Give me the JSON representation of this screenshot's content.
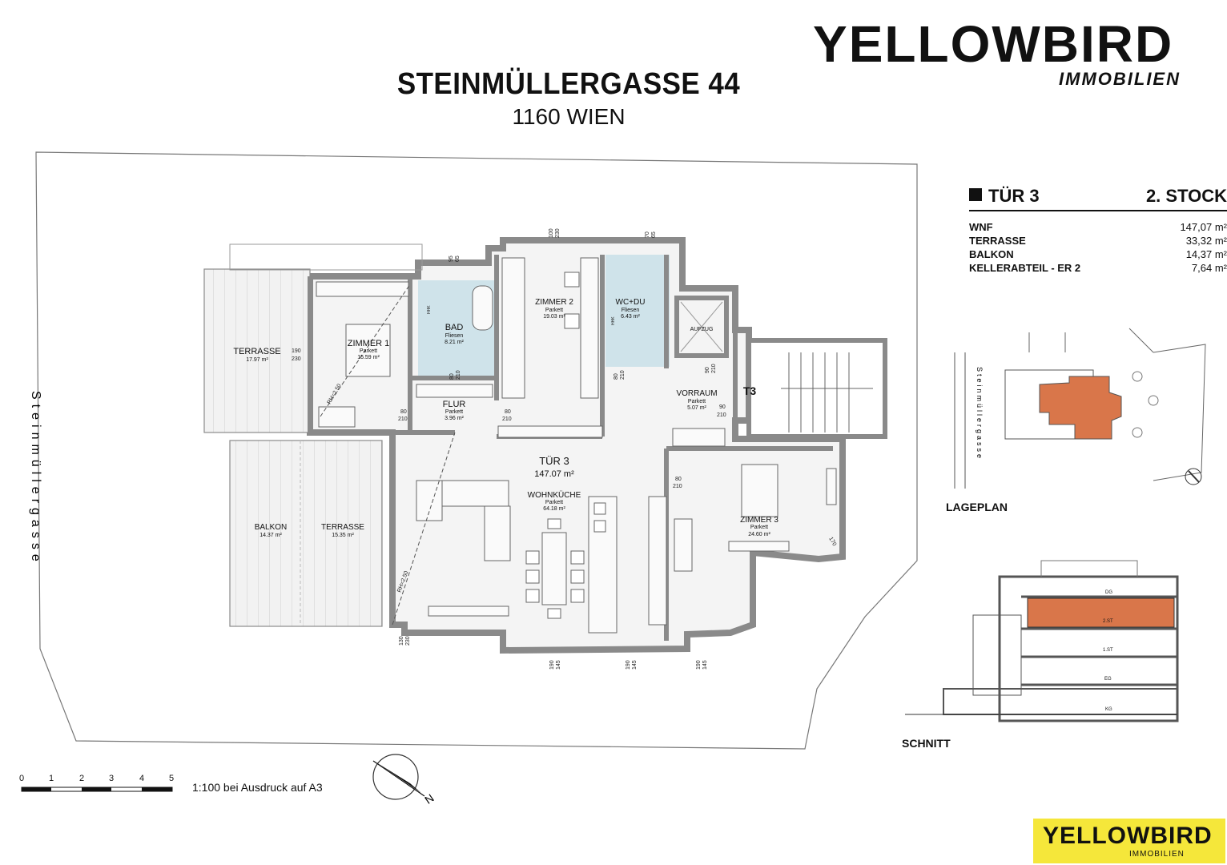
{
  "header": {
    "title": "STEINMÜLLERGASSE 44",
    "subtitle": "1160 WIEN"
  },
  "logo": {
    "main": "YELLOWBIRD",
    "sub": "IMMOBILIEN"
  },
  "info": {
    "unit": "TÜR 3",
    "floor": "2. STOCK",
    "rows": [
      {
        "label": "WNF",
        "value": "147,07 m²"
      },
      {
        "label": "TERRASSE",
        "value": "33,32 m²"
      },
      {
        "label": "BALKON",
        "value": "14,37 m²"
      },
      {
        "label": "KELLERABTEIL - ER 2",
        "value": "7,64 m²"
      }
    ]
  },
  "street": "Steinmüllergasse",
  "rooms": {
    "terrasse1": {
      "name": "TERRASSE",
      "area": "17.97 m²"
    },
    "zimmer1": {
      "name": "ZIMMER 1",
      "floor": "Parkett",
      "area": "15.59 m²"
    },
    "bad": {
      "name": "BAD",
      "floor": "Fliesen",
      "area": "8.21 m²"
    },
    "zimmer2": {
      "name": "ZIMMER 2",
      "floor": "Parkett",
      "area": "19.03 m²"
    },
    "wcdu": {
      "name": "WC+DU",
      "floor": "Fliesen",
      "area": "6.43 m²"
    },
    "aufzug": {
      "name": "AUFZUG"
    },
    "flur": {
      "name": "FLUR",
      "floor": "Parkett",
      "area": "3.96 m²"
    },
    "vorraum": {
      "name": "VORRAUM",
      "floor": "Parkett",
      "area": "5.07 m²"
    },
    "t3": {
      "name": "T3"
    },
    "tuer3": {
      "name": "TÜR 3",
      "area": "147.07 m²"
    },
    "wohnkueche": {
      "name": "WOHNKÜCHE",
      "floor": "Parkett",
      "area": "64.18 m²"
    },
    "balkon": {
      "name": "BALKON",
      "area": "14.37 m²"
    },
    "terrasse2": {
      "name": "TERRASSE",
      "area": "15.35 m²"
    },
    "zimmer3": {
      "name": "ZIMMER 3",
      "floor": "Parkett",
      "area": "24.60 m²"
    }
  },
  "dims": {
    "d100": "100",
    "d230a": "230",
    "d70": "70",
    "d65a": "65",
    "d95": "95",
    "d65b": "65",
    "d190a": "190",
    "d230b": "230",
    "d80a": "80",
    "d210a": "210",
    "d80b": "80",
    "d210b": "210",
    "d80c": "80",
    "d210c": "210",
    "d80d": "80",
    "d210d": "210",
    "d90a": "90",
    "d210e": "210",
    "d90b": "90",
    "d210f": "210",
    "d80e": "80",
    "d210g": "210",
    "d170": "170",
    "d130": "130",
    "d230c": "230",
    "d190b": "190",
    "d145a": "145",
    "d190c": "190",
    "d145b": "145",
    "d190d": "190",
    "d145c": "145",
    "rh1": "RH=2.50",
    "rh2": "RH=2.50",
    "hhk1": "HHK",
    "hhk2": "HHK"
  },
  "lageplan": {
    "label": "LAGEPLAN",
    "street": "Steinmüllergasse"
  },
  "schnitt": {
    "label": "SCHNITT",
    "levels": [
      "DG",
      "2.ST",
      "1.ST",
      "EG",
      "KG"
    ]
  },
  "scale": {
    "ticks": [
      "0",
      "1",
      "2",
      "3",
      "4",
      "5"
    ],
    "text": "1:100 bei Ausdruck auf A3"
  },
  "north": "N",
  "colors": {
    "accent": "#d9764a",
    "badge": "#f5e73a",
    "wet": "#cfe3ea",
    "wall": "#8a8a8a"
  }
}
